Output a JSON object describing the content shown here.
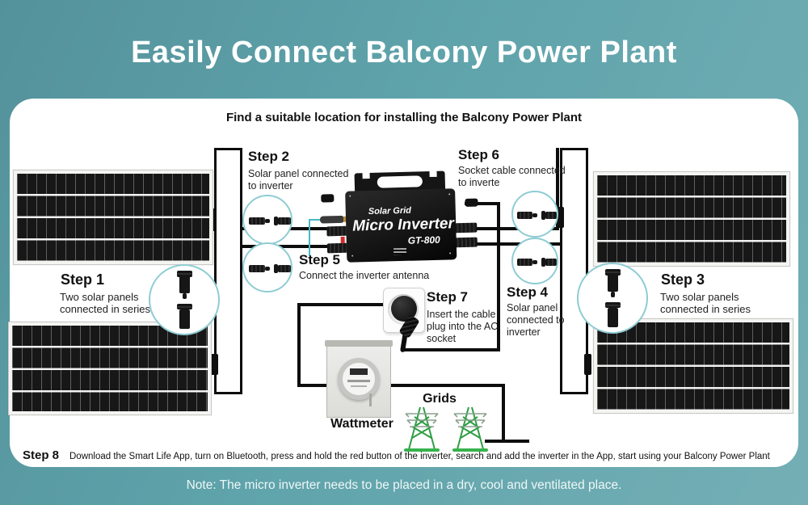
{
  "title": "Easily Connect Balcony Power Plant",
  "subtitle": "Find a suitable location for installing the Balcony Power Plant",
  "steps": {
    "s1": {
      "label": "Step 1",
      "desc": "Two solar panels connected in series"
    },
    "s2": {
      "label": "Step 2",
      "desc": "Solar panel connected to inverter"
    },
    "s3": {
      "label": "Step 3",
      "desc": "Two solar panels connected in series"
    },
    "s4": {
      "label": "Step 4",
      "desc": "Solar panel connected to inverter"
    },
    "s5": {
      "label": "Step 5",
      "desc": "Connect the inverter antenna"
    },
    "s6": {
      "label": "Step 6",
      "desc": "Socket cable connected to inverte"
    },
    "s7": {
      "label": "Step 7",
      "desc": "Insert the cable plug into the AC socket"
    },
    "s8": {
      "label": "Step 8",
      "desc": "Download the Smart Life App, turn on Bluetooth, press and hold the red button of the inverter, search and add the inverter in the App, start using your Balcony Power Plant"
    }
  },
  "inverter": {
    "line1": "Solar Grid",
    "line2": "Micro Inverter",
    "model": "GT-800"
  },
  "labels": {
    "wattmeter": "Wattmeter",
    "grids": "Grids"
  },
  "note": "Note: The micro inverter needs to be placed in a dry, cool and ventilated place.",
  "colors": {
    "background_teal": "#5fa3ab",
    "callout_circle_teal": "#8fccd3",
    "wire_black": "#0d0d0d",
    "inverter_red_button": "#d42a2a",
    "tower_green": "#2f9e44"
  }
}
